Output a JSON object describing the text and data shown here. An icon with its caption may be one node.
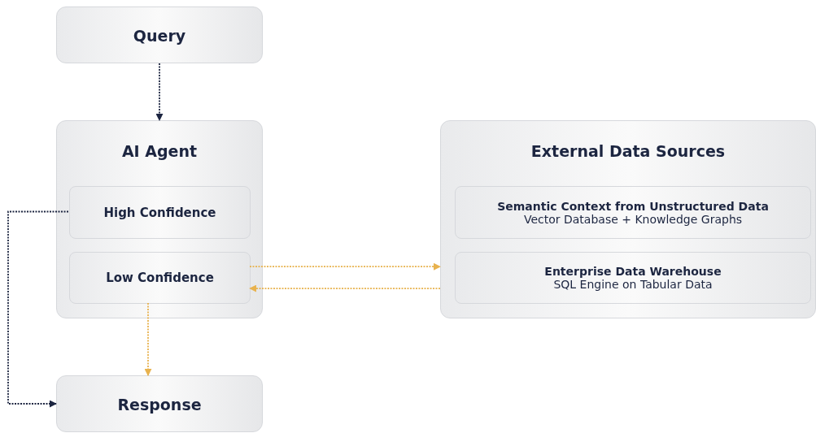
{
  "diagram": {
    "nodes": [
      {
        "text": [
          "Query"
        ]
      },
      {
        "text": [
          "AI Agent"
        ]
      },
      {
        "text": [
          "High Confidence"
        ],
        "in": 1
      },
      {
        "text": [
          "Low Confidence"
        ],
        "in": 1
      },
      {
        "text": [
          "External Data Sources"
        ]
      },
      {
        "text": [
          "Semantic Context from Unstructured Data",
          "Vector Database + Knowledge Graphs"
        ],
        "in": 4
      },
      {
        "text": [
          "Enterprise Data Warehouse",
          "SQL Engine on Tabular Data"
        ],
        "in": 4
      },
      {
        "text": [
          "Response"
        ]
      }
    ],
    "edges": [
      {
        "from": 0,
        "to": 1,
        "arrow": "to",
        "style": "dashed",
        "color": "#1c2540"
      },
      {
        "from": 2,
        "to": 7,
        "arrow": "to",
        "style": "dashed",
        "color": "#1c2540"
      },
      {
        "from": 3,
        "to": 4,
        "arrow": "to",
        "style": "dashed",
        "color": "#e8b24e"
      },
      {
        "from": 4,
        "to": 3,
        "arrow": "to",
        "style": "dashed",
        "color": "#e8b24e"
      },
      {
        "from": 3,
        "to": 7,
        "arrow": "to",
        "style": "dashed",
        "color": "#e8b24e"
      }
    ]
  }
}
